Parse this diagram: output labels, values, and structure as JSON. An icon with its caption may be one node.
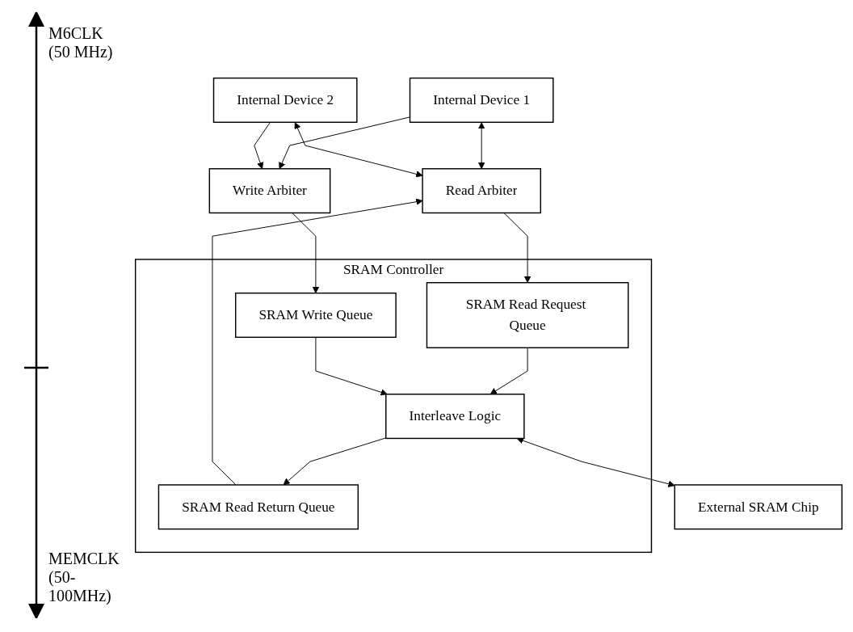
{
  "diagram": {
    "nodes": [
      {
        "text": [
          "Internal Device 1"
        ]
      },
      {
        "text": [
          "Internal Device 2"
        ]
      },
      {
        "text": [
          "Read Arbiter"
        ]
      },
      {
        "text": [
          "Write Arbiter"
        ]
      },
      {
        "text": [
          "SRAM Controller"
        ]
      },
      {
        "text": [
          "SRAM Read Request Queue"
        ],
        "in": 4
      },
      {
        "text": [
          "SRAM Read Return Queue"
        ],
        "in": 4
      },
      {
        "text": [
          "SRAM Write Queue"
        ],
        "in": 4
      },
      {
        "text": [
          "Interleave Logic"
        ],
        "in": 4
      },
      {
        "text": [
          "External SRAM Chip"
        ]
      }
    ],
    "edges": [
      {
        "from": 0,
        "to": 2,
        "arrow": "both"
      },
      {
        "from": 0,
        "to": 3,
        "arrow": "to"
      },
      {
        "from": 1,
        "to": 2,
        "arrow": "both"
      },
      {
        "from": 1,
        "to": 3,
        "arrow": "to"
      },
      {
        "from": 2,
        "to": 5,
        "arrow": "to"
      },
      {
        "from": 6,
        "to": 2,
        "arrow": "to"
      },
      {
        "from": 3,
        "to": 7,
        "arrow": "to"
      },
      {
        "from": 5,
        "to": 8,
        "arrow": "to"
      },
      {
        "from": 8,
        "to": 6,
        "arrow": "to"
      },
      {
        "from": 7,
        "to": 8,
        "arrow": "to"
      },
      {
        "from": 8,
        "to": 9,
        "arrow": "both"
      }
    ],
    "labels": [
      "M6CLK (50 MHz)",
      "MEMCLK (50-100MHz)"
    ]
  }
}
